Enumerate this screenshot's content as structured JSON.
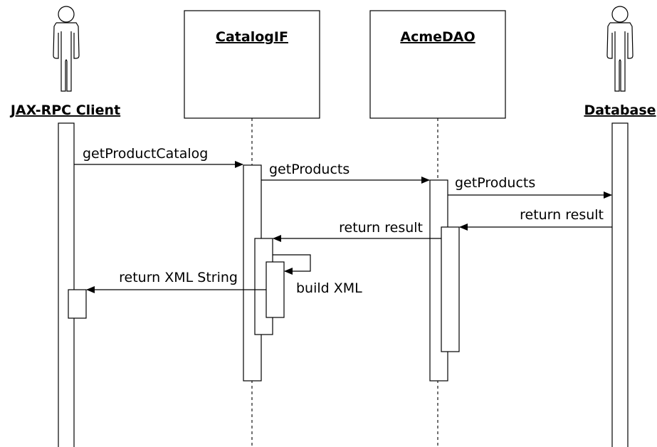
{
  "diagram": {
    "participants": {
      "client": {
        "label": "JAX-RPC Client",
        "kind": "actor"
      },
      "catalog": {
        "label": "CatalogIF",
        "kind": "object"
      },
      "dao": {
        "label": "AcmeDAO",
        "kind": "object"
      },
      "database": {
        "label": "Database",
        "kind": "actor"
      }
    },
    "messages": [
      {
        "from": "client",
        "to": "catalog",
        "label": "getProductCatalog"
      },
      {
        "from": "catalog",
        "to": "dao",
        "label": "getProducts"
      },
      {
        "from": "dao",
        "to": "database",
        "label": "getProducts"
      },
      {
        "from": "database",
        "to": "dao",
        "label": "return result"
      },
      {
        "from": "dao",
        "to": "catalog",
        "label": "return result"
      },
      {
        "from": "catalog",
        "to": "catalog",
        "label": "build XML"
      },
      {
        "from": "catalog",
        "to": "client",
        "label": "return XML String"
      }
    ]
  }
}
